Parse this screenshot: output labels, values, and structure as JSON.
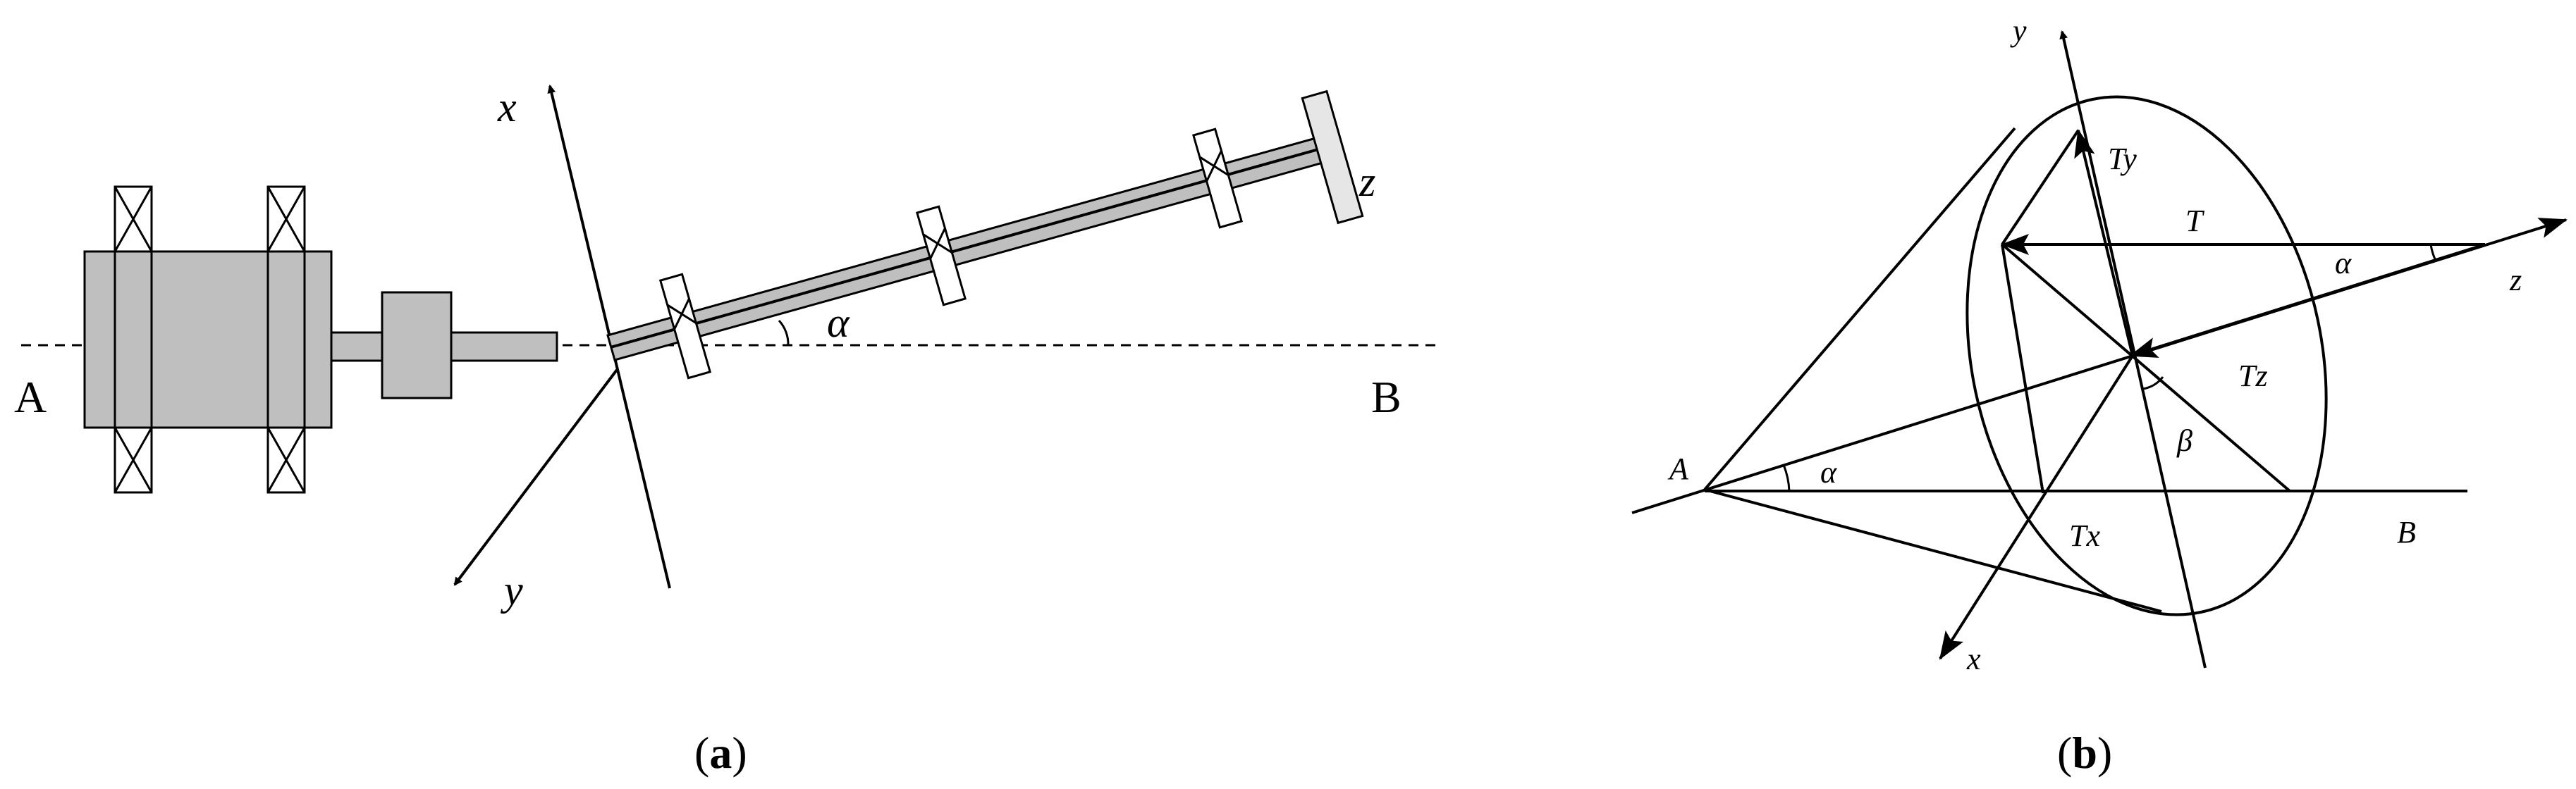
{
  "panel_a": {
    "label_A": "A",
    "label_B": "B",
    "axis_x": "x",
    "axis_y": "y",
    "axis_z": "z",
    "angle": "α",
    "caption_open": "(",
    "caption_letter": "a",
    "caption_close": ")"
  },
  "panel_b": {
    "label_A": "A",
    "label_B": "B",
    "axis_x": "x",
    "axis_y": "y",
    "axis_z": "z",
    "force_T": "T",
    "force_Tx": "Tx",
    "force_Ty": "Ty",
    "force_Tz": "Tz",
    "angle_alpha_1": "α",
    "angle_alpha_2": "α",
    "angle_beta": "β",
    "caption_open": "(",
    "caption_letter": "b",
    "caption_close": ")"
  }
}
